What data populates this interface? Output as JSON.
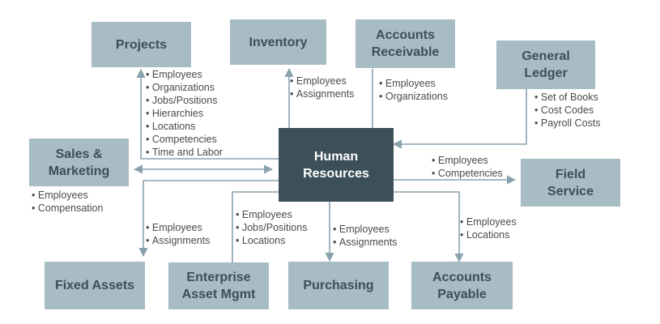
{
  "nodes": {
    "projects": "Projects",
    "inventory": "Inventory",
    "accounts_receivable": "Accounts\nReceivable",
    "general_ledger": "General\nLedger",
    "sales_marketing": "Sales &\nMarketing",
    "human_resources": "Human\nResources",
    "field_service": "Field\nService",
    "fixed_assets": "Fixed Assets",
    "enterprise_asset_mgmt": "Enterprise\nAsset Mgmt",
    "purchasing": "Purchasing",
    "accounts_payable": "Accounts\nPayable"
  },
  "flows": {
    "projects": [
      "Employees",
      "Organizations",
      "Jobs/Positions",
      "Hierarchies",
      "Locations",
      "Competencies",
      "Time and Labor"
    ],
    "inventory": [
      "Employees",
      "Assignments"
    ],
    "accounts_receivable": [
      "Employees",
      "Organizations"
    ],
    "general_ledger": [
      "Set of Books",
      "Cost Codes",
      "Payroll Costs"
    ],
    "sales_marketing": [
      "Employees",
      "Compensation"
    ],
    "field_service": [
      "Employees",
      "Competencies"
    ],
    "fixed_assets": [
      "Employees",
      "Assignments"
    ],
    "enterprise_asset_mgmt": [
      "Employees",
      "Jobs/Positions",
      "Locations"
    ],
    "purchasing": [
      "Employees",
      "Assignments"
    ],
    "accounts_payable": [
      "Employees",
      "Locations"
    ]
  },
  "colors": {
    "node_fill": "#a8bcc4",
    "node_text": "#3d4f58",
    "hub_fill": "#3d4f58",
    "hub_text": "#ffffff",
    "connector": "#8aa2ad"
  }
}
